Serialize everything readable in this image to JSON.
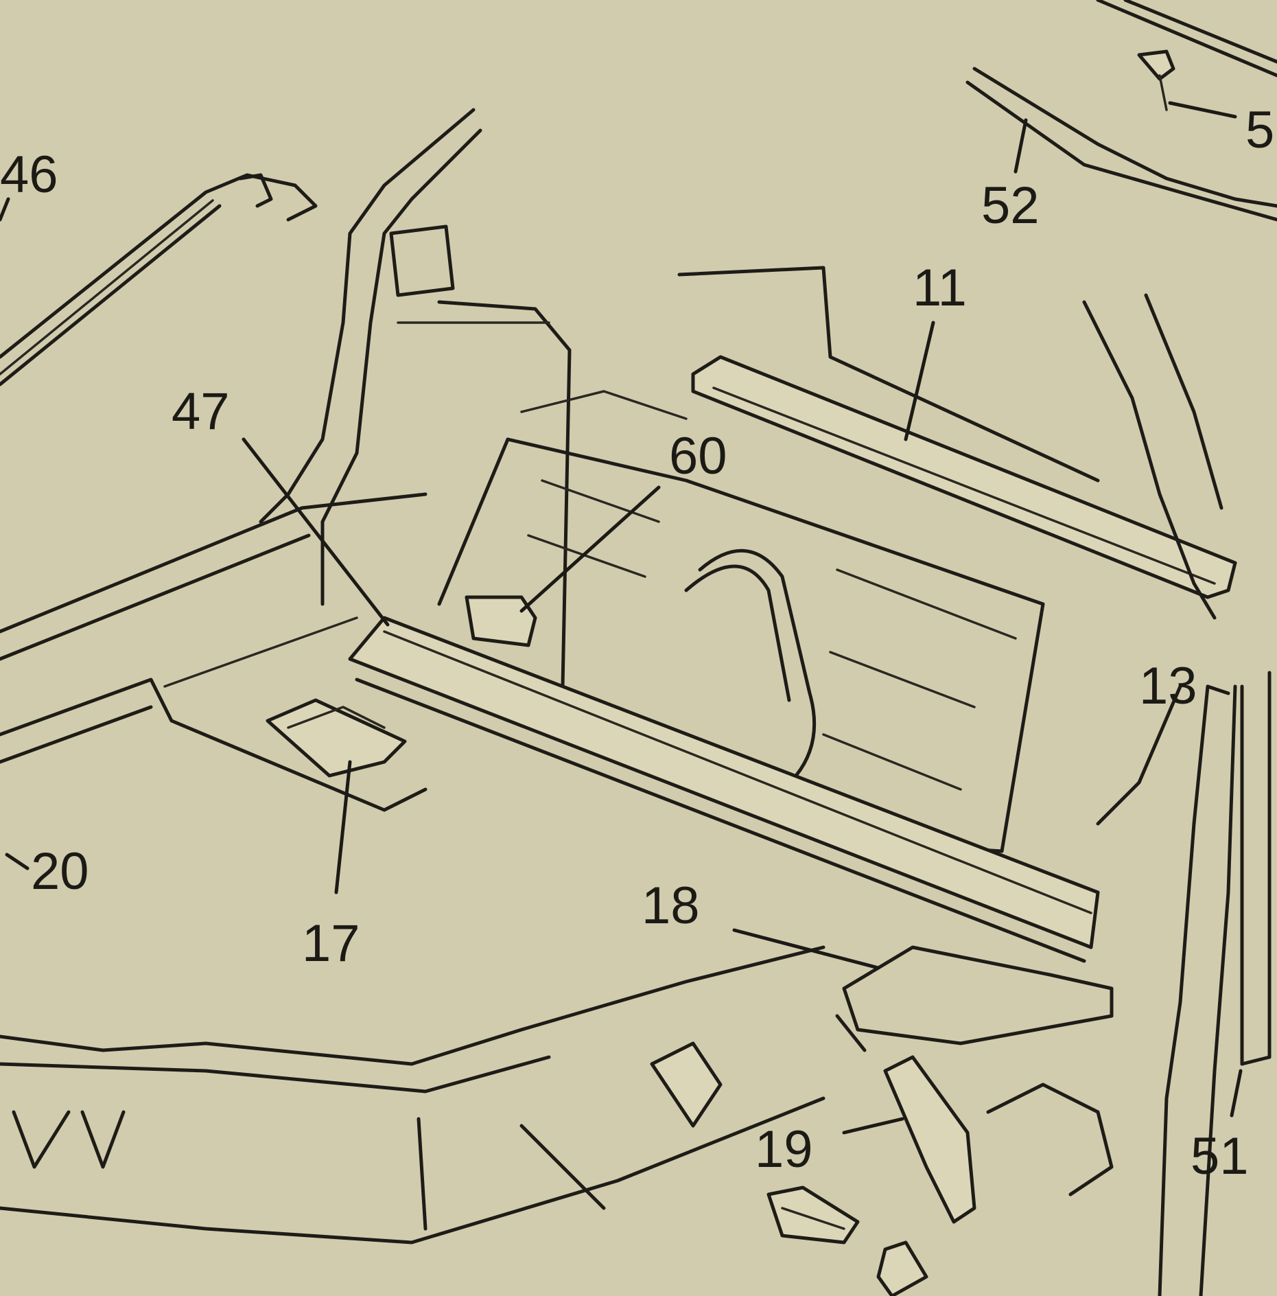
{
  "diagram": {
    "callouts": [
      {
        "id": "46",
        "text": "46"
      },
      {
        "id": "52",
        "text": "52"
      },
      {
        "id": "5x",
        "text": "5"
      },
      {
        "id": "11",
        "text": "11"
      },
      {
        "id": "47",
        "text": "47"
      },
      {
        "id": "60",
        "text": "60"
      },
      {
        "id": "13",
        "text": "13"
      },
      {
        "id": "20",
        "text": "20"
      },
      {
        "id": "17",
        "text": "17"
      },
      {
        "id": "18",
        "text": "18"
      },
      {
        "id": "19",
        "text": "19"
      },
      {
        "id": "51",
        "text": "51"
      }
    ],
    "colors": {
      "paper": "#d9d3b4",
      "ink": "#1e1c17"
    }
  }
}
